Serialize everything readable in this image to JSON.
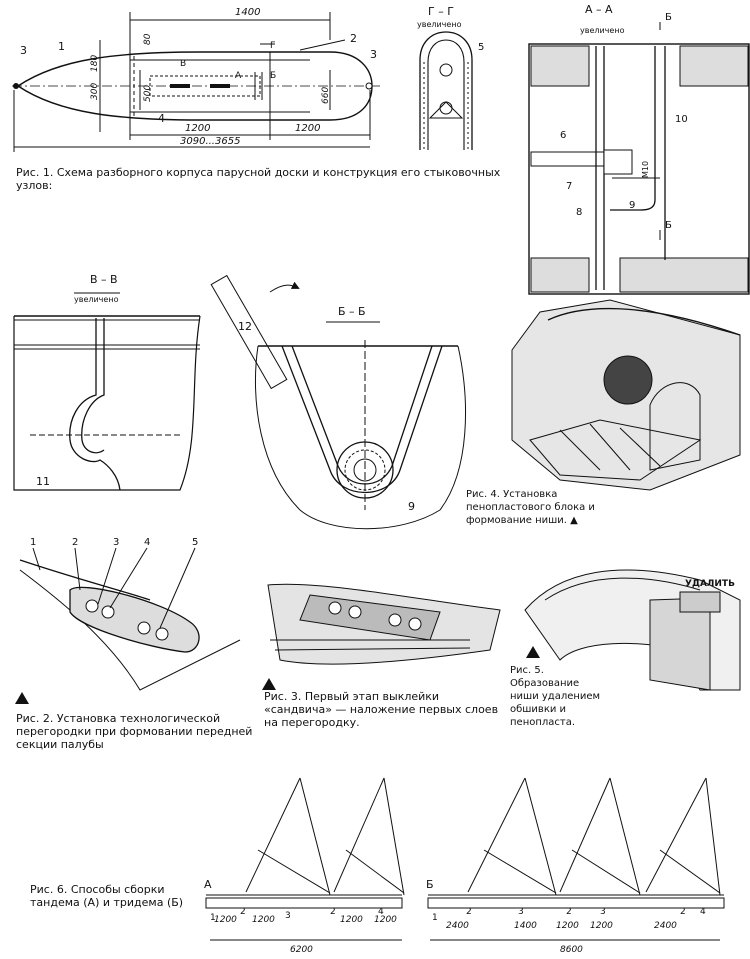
{
  "fig1": {
    "dims": {
      "top": "1400",
      "mid1": "1200",
      "mid2": "1200",
      "bottom": "3090...3655",
      "h180": "180",
      "h300": "300",
      "h500": "500",
      "h660": "660",
      "h80": "80"
    },
    "labels": {
      "n1": "1",
      "n2": "2",
      "n3a": "3",
      "n3b": "3",
      "n4": "4",
      "sec_a": "А",
      "sec_b": "Б",
      "sec_v": "В",
      "sec_g": "Г"
    },
    "caption": "Рис. 1. Схема разборного корпуса парусной доски и конструкция его стыковочных узлов:"
  },
  "section_gg": {
    "title": "Г – Г",
    "sub": "увеличено",
    "n5": "5"
  },
  "section_aa": {
    "title": "А – А",
    "sub": "увеличено",
    "b1": "Б",
    "b2": "Б",
    "n6": "6",
    "n7": "7",
    "n8": "8",
    "n9": "9",
    "n10": "10",
    "m10": "М10"
  },
  "section_vv": {
    "title": "В – В",
    "sub": "увеличено",
    "n11": "11"
  },
  "section_bb": {
    "title": "Б – Б",
    "n12": "12",
    "n9": "9"
  },
  "fig4": {
    "caption": "Рис. 4. Установка пенопластового блока и формование ниши. ▲"
  },
  "fig2": {
    "n1": "1",
    "n2": "2",
    "n3": "3",
    "n4": "4",
    "n5": "5",
    "caption": "Рис. 2. Установка технологической перегородки при формовании передней секции палубы"
  },
  "fig3": {
    "caption": "Рис. 3. Первый этап выклейки «сандвича» — наложение первых слоев на перегородку."
  },
  "fig5": {
    "label": "УДАЛИТЬ",
    "caption": "Рис. 5. Образование ниши удалением обшивки и пенопласта."
  },
  "fig6": {
    "caption": "Рис. 6. Способы сборки тандема (А) и тридема (Б)",
    "a": {
      "letter": "А",
      "n1": "1",
      "n2": "2",
      "n3": "3",
      "n2b": "2",
      "n4": "4",
      "d1": "1200",
      "d2": "1200",
      "d3": "1200",
      "d4": "1200",
      "total": "6200"
    },
    "b": {
      "letter": "Б",
      "n1": "1",
      "n2": "2",
      "n3": "3",
      "n2b": "2",
      "n3b": "3",
      "n2c": "2",
      "n4": "4",
      "d1": "2400",
      "d2": "1400",
      "d3": "1200",
      "d4": "1200",
      "d5": "2400",
      "total": "8600"
    }
  }
}
